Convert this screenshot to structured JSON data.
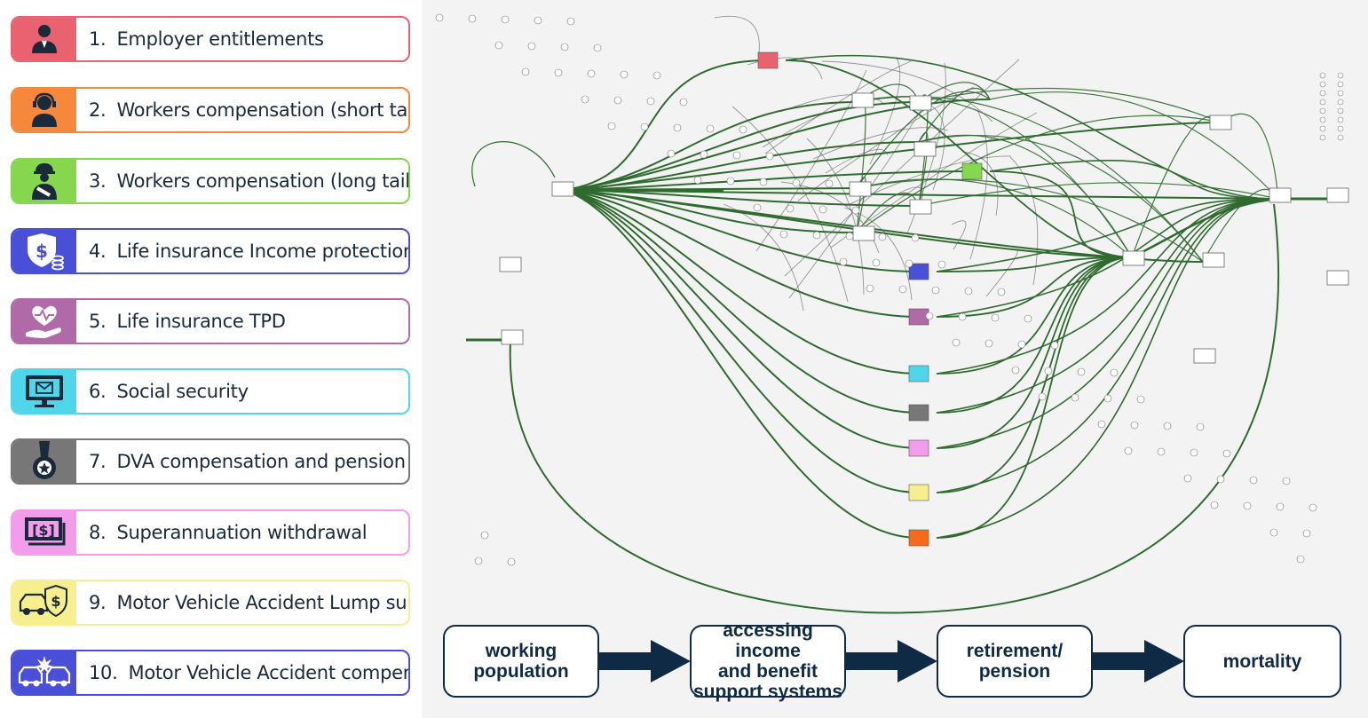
{
  "legend": {
    "items": [
      {
        "num": "1.",
        "label": "Employer entitlements",
        "color": "#e8636f",
        "icon": "person-icon"
      },
      {
        "num": "2.",
        "label": "Workers compensation (short tail)",
        "color": "#f5883b",
        "icon": "headset-worker-icon"
      },
      {
        "num": "3.",
        "label": "Workers compensation (long tail)",
        "color": "#86d64e",
        "icon": "injured-worker-icon"
      },
      {
        "num": "4.",
        "label": "Life insurance Income protection",
        "color": "#4a4fd8",
        "icon": "shield-dollar-icon"
      },
      {
        "num": "5.",
        "label": "Life insurance TPD",
        "color": "#b06aa8",
        "icon": "heart-hand-icon"
      },
      {
        "num": "6.",
        "label": "Social security",
        "color": "#4fd6ea",
        "icon": "monitor-mail-icon"
      },
      {
        "num": "7.",
        "label": "DVA compensation and pension",
        "color": "#777777",
        "icon": "medal-icon"
      },
      {
        "num": "8.",
        "label": "Superannuation withdrawal",
        "color": "#f49cec",
        "icon": "cash-icon"
      },
      {
        "num": "9.",
        "label": "Motor Vehicle Accident Lump sum",
        "color": "#f7ef8d",
        "icon": "car-shield-icon"
      },
      {
        "num": "10.",
        "label": "Motor Vehicle Accident compensation",
        "color": "#4a4fd8",
        "icon": "car-crash-icon"
      }
    ]
  },
  "stages": [
    {
      "label": "working\npopulation"
    },
    {
      "label": "accessing income\nand benefit\nsupport systems"
    },
    {
      "label": "retirement/\npension"
    },
    {
      "label": "mortality"
    }
  ],
  "colors": {
    "flow_line": "#2f6b2f",
    "dark_navy": "#0e2a44",
    "diagram_bg": "#f3f3f3"
  }
}
